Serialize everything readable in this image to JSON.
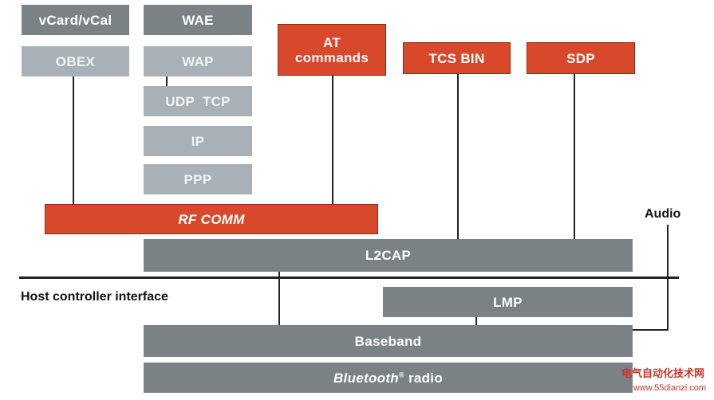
{
  "blocks": {
    "vcard": "vCard/vCal",
    "wae": "WAE",
    "obex": "OBEX",
    "wap": "WAP",
    "at_commands_line1": "AT",
    "at_commands_line2": "commands",
    "tcs_bin": "TCS BIN",
    "sdp": "SDP",
    "udp_tcp": "UDP  TCP",
    "ip": "IP",
    "ppp": "PPP",
    "rfcomm": "RF COMM",
    "l2cap": "L2CAP",
    "lmp": "LMP",
    "baseband": "Baseband",
    "radio_italic": "Bluetooth",
    "radio_sup": "®",
    "radio_rest": " radio"
  },
  "labels": {
    "audio": "Audio",
    "hci": "Host controller interface"
  },
  "watermark": {
    "line1": "电气自动化技术网",
    "line2": "www.55dianzi.com"
  },
  "colors": {
    "dark_block": "#7b8286",
    "light_block": "#a9b1b6",
    "red_block": "#d8482b",
    "line": "#222222"
  }
}
